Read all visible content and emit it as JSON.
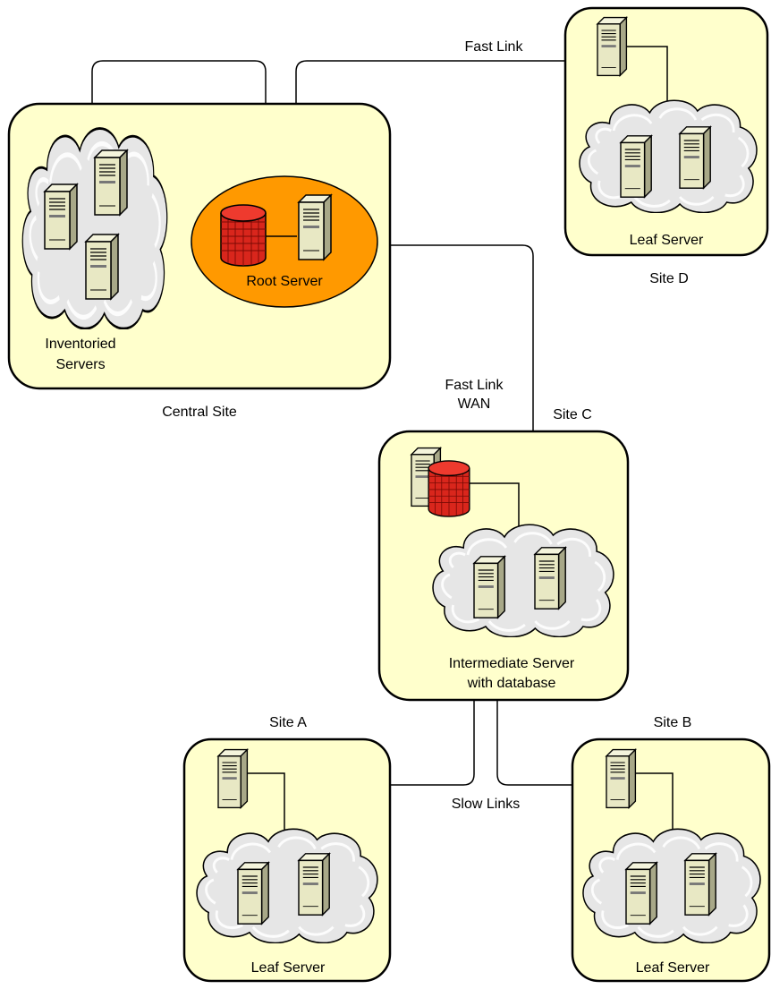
{
  "colors": {
    "site_fill": "#ffffcc",
    "root_ellipse": "#ff9900",
    "cloud_fill": "#e6e6e6",
    "server_fill": "#e8e8c4",
    "database_fill": "#d9261c"
  },
  "central_site": {
    "caption": "Central Site",
    "cloud_label_line1": "Inventoried",
    "cloud_label_line2": "Servers",
    "root_label": "Root Server"
  },
  "site_c": {
    "caption": "Site C",
    "label_line1": "Intermediate Server",
    "label_line2": "with database"
  },
  "site_d": {
    "caption": "Site D",
    "label": "Leaf Server"
  },
  "site_a": {
    "caption": "Site A",
    "label": "Leaf Server"
  },
  "site_b": {
    "caption": "Site B",
    "label": "Leaf Server"
  },
  "links": {
    "fast_link": "Fast Link",
    "fast_link_wan_line1": "Fast Link",
    "fast_link_wan_line2": "WAN",
    "slow_links": "Slow Links"
  },
  "icons": [
    "server-icon",
    "database-icon",
    "cloud-icon"
  ]
}
